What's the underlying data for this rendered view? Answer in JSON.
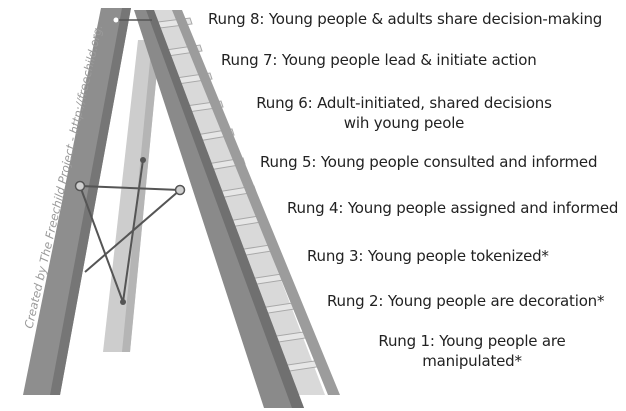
{
  "credit": "Created by The Freechild Project - http://freechild.org.",
  "rungs": [
    {
      "label": "Rung 8: Young people & adults share decision-making"
    },
    {
      "label": "Rung 7: Young people lead & initiate action"
    },
    {
      "label_line1": "Rung 6: Adult-initiated, shared decisions",
      "label_line2": "wih young peole"
    },
    {
      "label": "Rung 5: Young people consulted and informed"
    },
    {
      "label": "Rung 4: Young people assigned and informed"
    },
    {
      "label": "Rung 3: Young people tokenized*"
    },
    {
      "label": "Rung 2: Young people are decoration*"
    },
    {
      "label_line1": "Rung 1:  Young people are",
      "label_line2": "manipulated*"
    }
  ],
  "colors": {
    "rail_dark": "#8c8c8c",
    "rail_light": "#c8c8c8",
    "rung_fill": "#e4e4e4",
    "rung_edge": "#a6a6a6",
    "text": "#222222",
    "credit": "#9a9a9a"
  },
  "icons": [
    "ladder-illustration"
  ]
}
